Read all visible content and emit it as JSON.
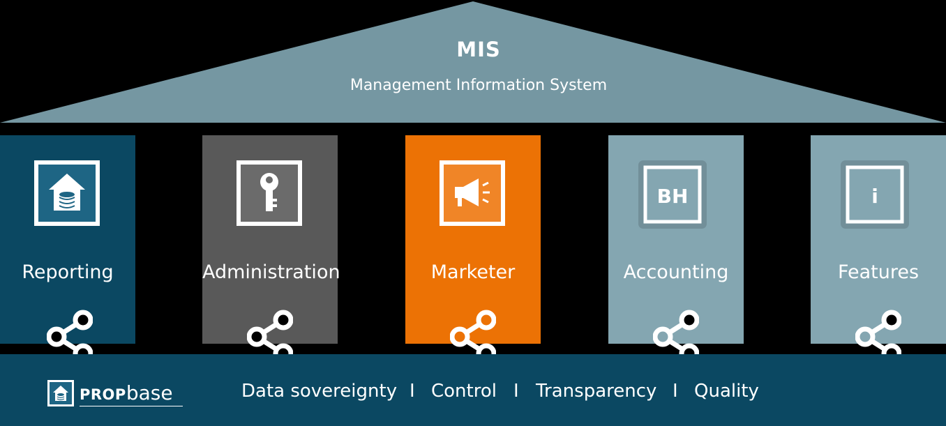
{
  "roof": {
    "title": "MIS",
    "subtitle": "Management Information System",
    "color": "#7597a2"
  },
  "pillars": [
    {
      "label": "Reporting",
      "icon": "house-database-icon",
      "color": "#0b4862"
    },
    {
      "label": "Administration",
      "icon": "key-icon",
      "color": "#595959"
    },
    {
      "label": "Marketer",
      "icon": "megaphone-icon",
      "color": "#ec7205"
    },
    {
      "label": "Accounting",
      "icon_text": "BH",
      "color": "#84a6b1"
    },
    {
      "label": "Features",
      "icon_text": "i",
      "color": "#84a6b1"
    }
  ],
  "base": {
    "color": "#0b4862",
    "logo": {
      "prop": "PROP",
      "base": "base"
    },
    "values": [
      "Data sovereignty",
      "Control",
      "Transparency",
      "Quality"
    ],
    "separator": "I"
  }
}
